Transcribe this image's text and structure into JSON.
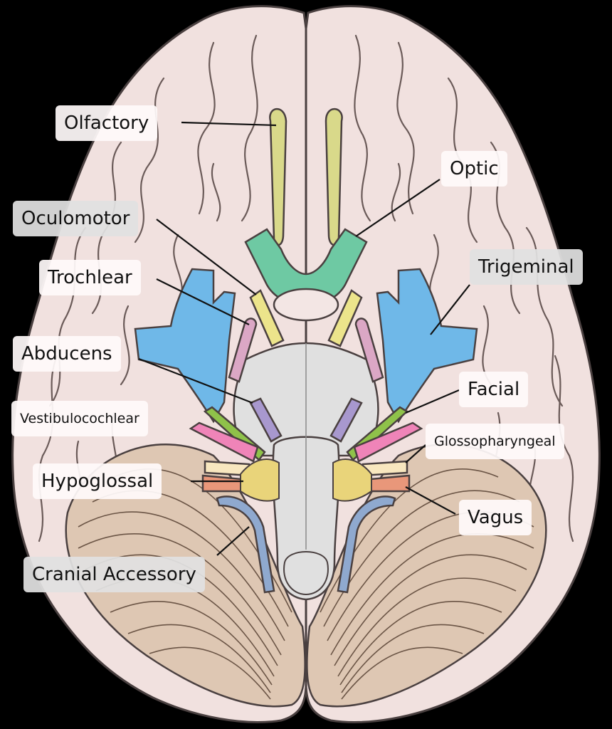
{
  "colors": {
    "background": "#000000",
    "cerebrum": "#f1e1df",
    "outline": "#4a4040",
    "cerebellum": "#dec7b3",
    "brainstem": "#e0e0e0",
    "olfactory": "#d9d98a",
    "optic": "#6ec9a3",
    "oculomotor": "#ece48b",
    "trochlear": "#dba7c5",
    "trigeminal": "#6fb8e8",
    "abducens": "#a898ce",
    "facial": "#8fc24a",
    "vestibulocochlear": "#ef84b8",
    "glossopharyngeal": "#f8e7bf",
    "vagus": "#e9977a",
    "accessory": "#8fa9cf",
    "hypoglossal": "#e9d47a"
  },
  "labels": {
    "olfactory": "Olfactory",
    "optic": "Optic",
    "oculomotor": "Oculomotor",
    "trochlear": "Trochlear",
    "trigeminal": "Trigeminal",
    "abducens": "Abducens",
    "facial": "Facial",
    "vestibulocochlear": "Vestibulocochlear",
    "glossopharyngeal": "Glossopharyngeal",
    "hypoglossal": "Hypoglossal",
    "vagus": "Vagus",
    "cranial_accessory": "Cranial Accessory"
  }
}
